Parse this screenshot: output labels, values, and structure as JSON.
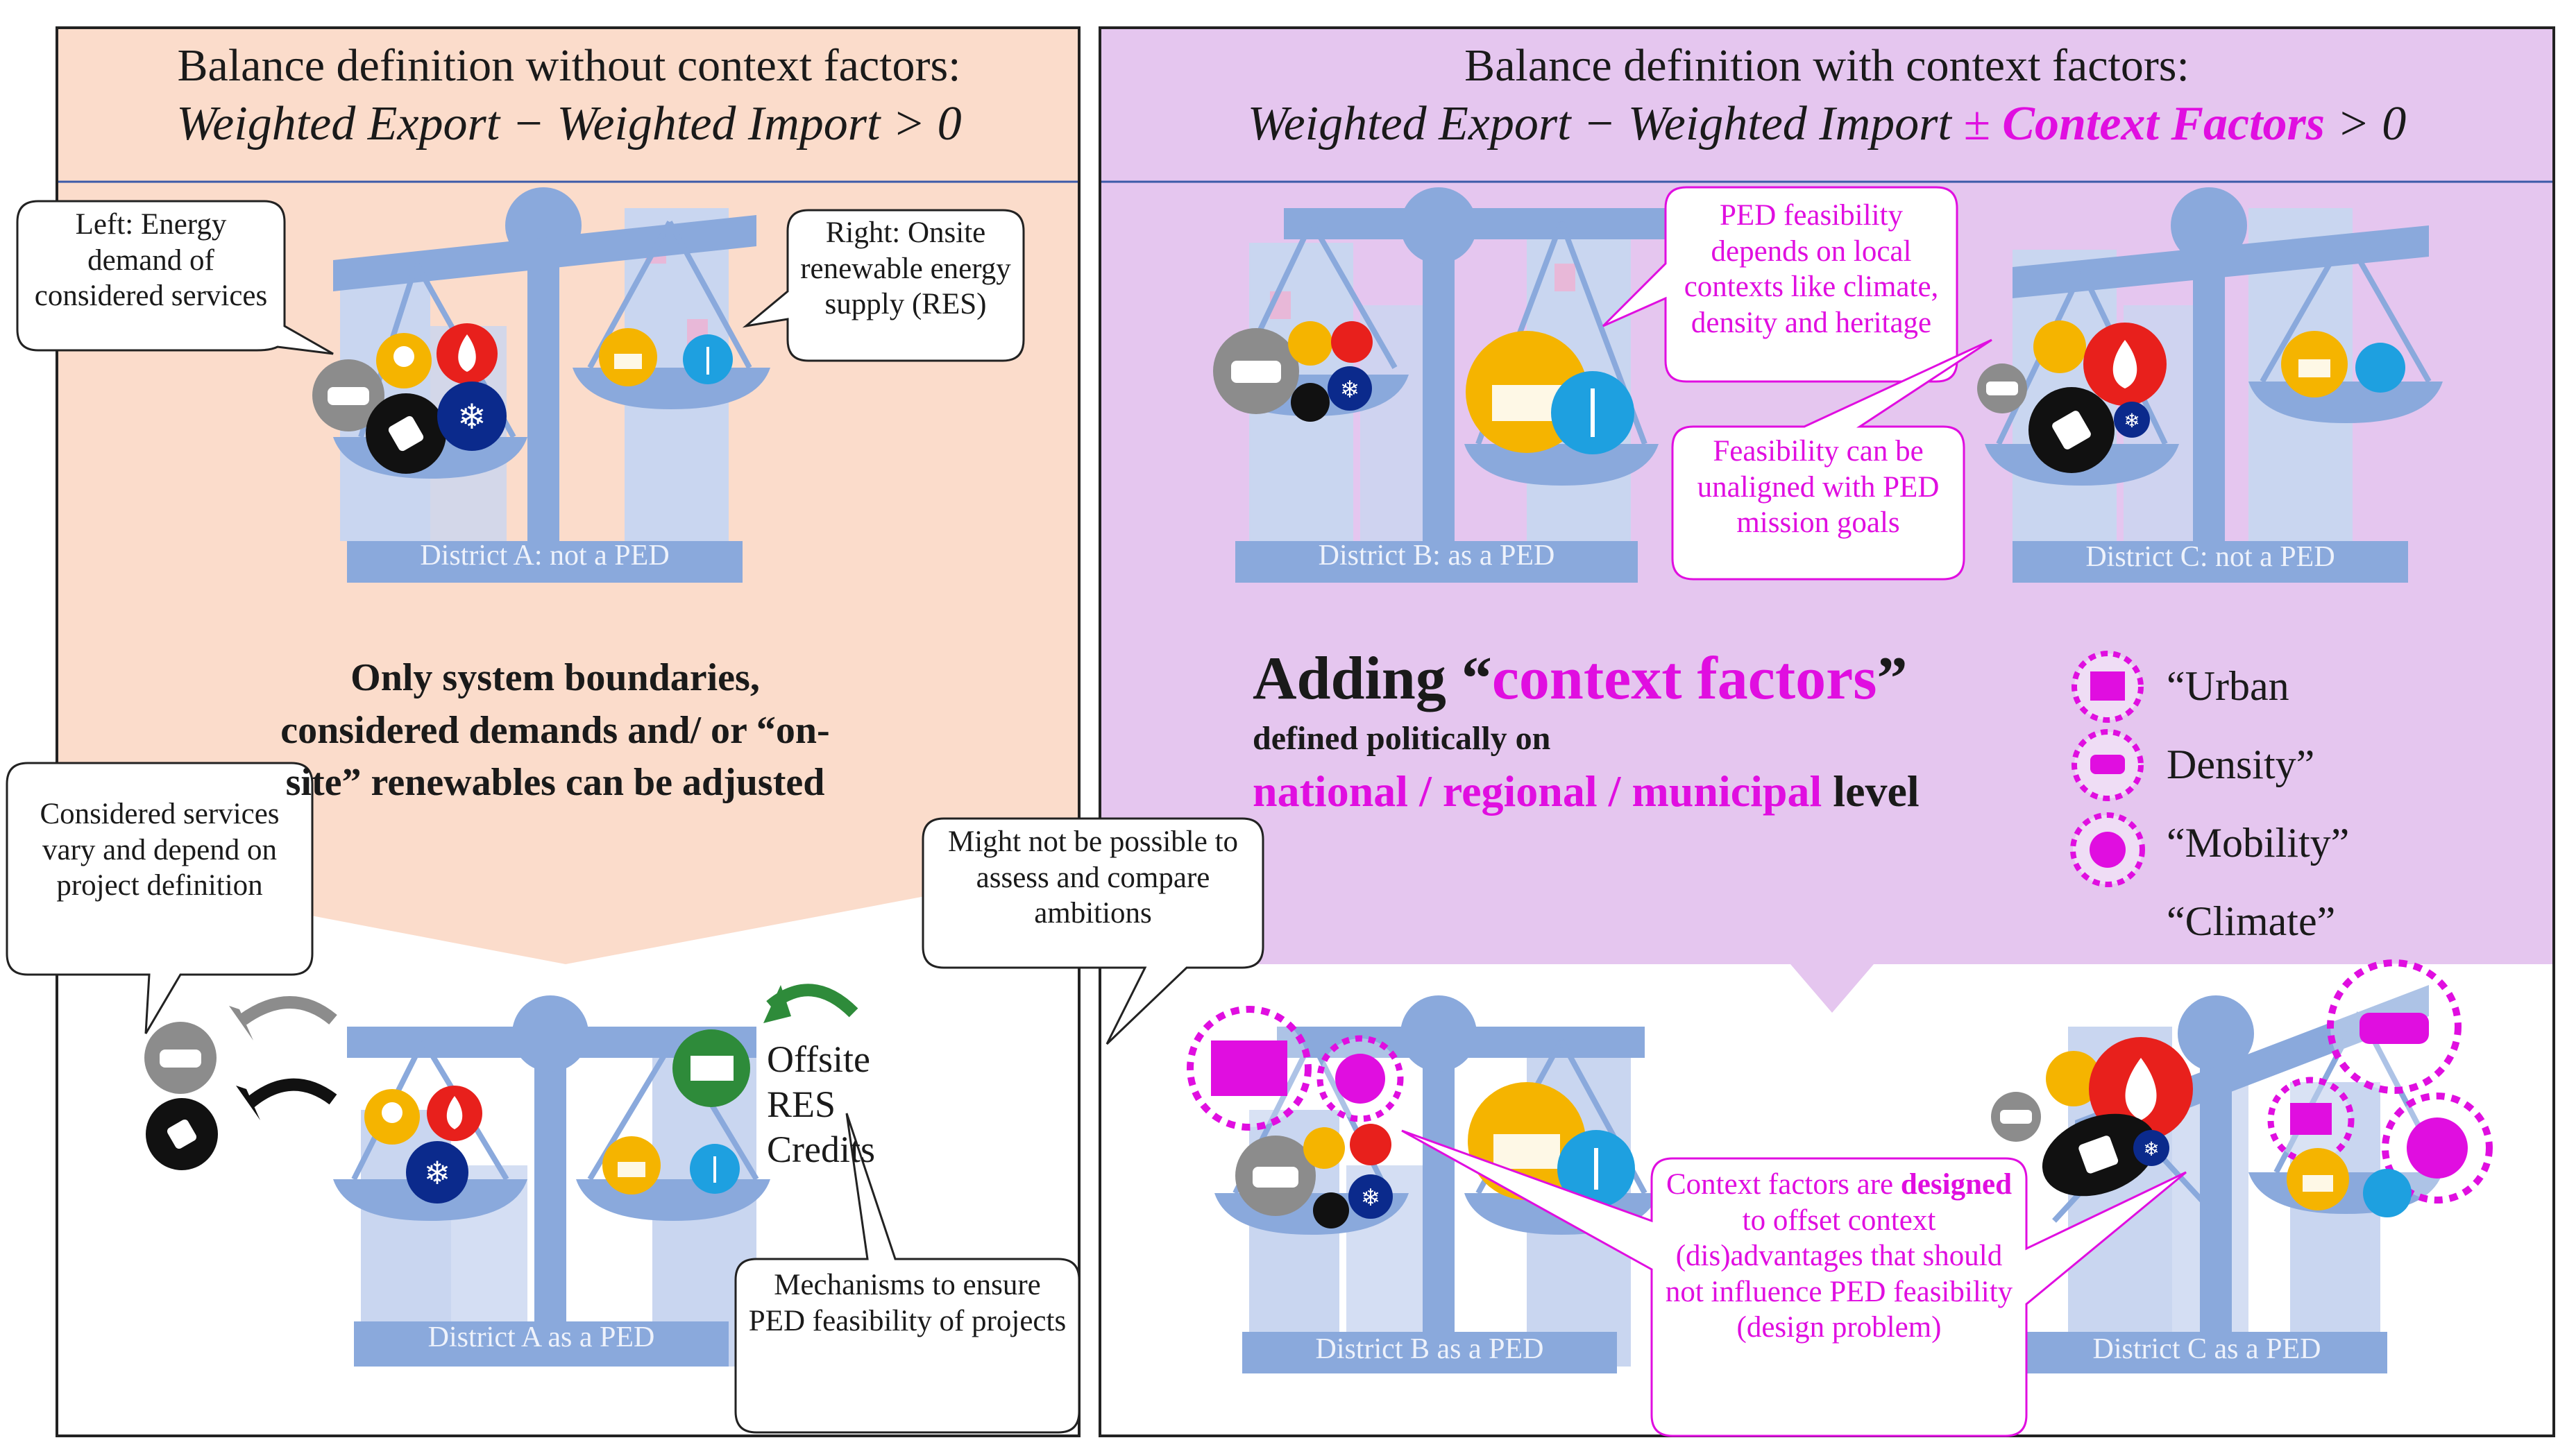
{
  "left_panel": {
    "title": "Balance definition without context factors:",
    "formula": "Weighted Export  − Weighted Import > 0",
    "callout_left": "Left: Energy demand of considered services",
    "callout_right": "Right: Onsite renewable energy supply (RES)",
    "district_top": "District A: not a PED",
    "adjust_text": "Only system boundaries, considered demands and/ or “on-site” renewables can be adjusted",
    "callout_services": "Considered services  vary and depend on project definition",
    "offsite_label": "Offsite RES Credits",
    "callout_mechanisms": "Mechanisms to ensure PED feasibility of projects",
    "district_bottom": "District A as  a PED"
  },
  "right_panel": {
    "title": "Balance definition with context factors:",
    "formula_main": "Weighted Export  − Weighted Import ",
    "formula_pm": "±",
    "formula_ctx": " Context Factors",
    "formula_end": " > 0",
    "callout_feasibility": "PED feasibility depends on local contexts like climate, density and heritage",
    "callout_unaligned": "Feasibility can be unaligned with PED mission goals",
    "district_b_top": "District B: as a PED",
    "district_c_top": "District C: not a PED",
    "adding_prefix": "Adding “",
    "adding_ctx": "context factors",
    "adding_suffix": "”",
    "defined_text": "defined politically on",
    "levels": "national / regional / municipal",
    "level_word": " level",
    "legend": [
      "“Urban",
      "Density”",
      "“Mobility”",
      "“Climate”"
    ],
    "callout_assess": "Might not be possible to assess and compare ambitions",
    "callout_offset_1": "Context factors are ",
    "callout_offset_bold": "designed",
    "callout_offset_2": " to offset context (dis)advantages that should not influence PED feasibility (design problem)",
    "district_b_bottom": "District B as  a PED",
    "district_c_bottom": "District C as  a PED"
  },
  "colors": {
    "left_bg": "#fbdccb",
    "right_bg": "#e5c6ef",
    "scale": "#8aa9dc",
    "building": "#c9d6f0",
    "magenta": "#e00ee0"
  }
}
